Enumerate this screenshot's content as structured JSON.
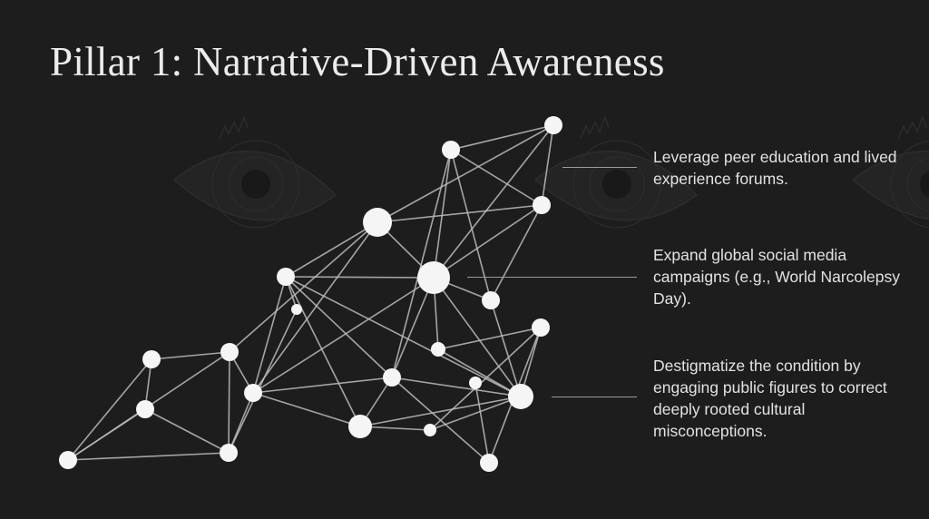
{
  "slide": {
    "title": "Pillar 1: Narrative-Driven Awareness",
    "points": [
      {
        "text": "Leverage peer education and lived experience forums."
      },
      {
        "text": "Expand global social media campaigns (e.g., World Narcolepsy Day)."
      },
      {
        "text": "Destigmatize the condition by engaging public figures to correct deeply rooted cultural misconceptions."
      }
    ]
  },
  "colors": {
    "background": "#1d1d1e",
    "text": "#e2e2e2",
    "node": "#f5f5f5",
    "edge": "#bdbdbd"
  }
}
